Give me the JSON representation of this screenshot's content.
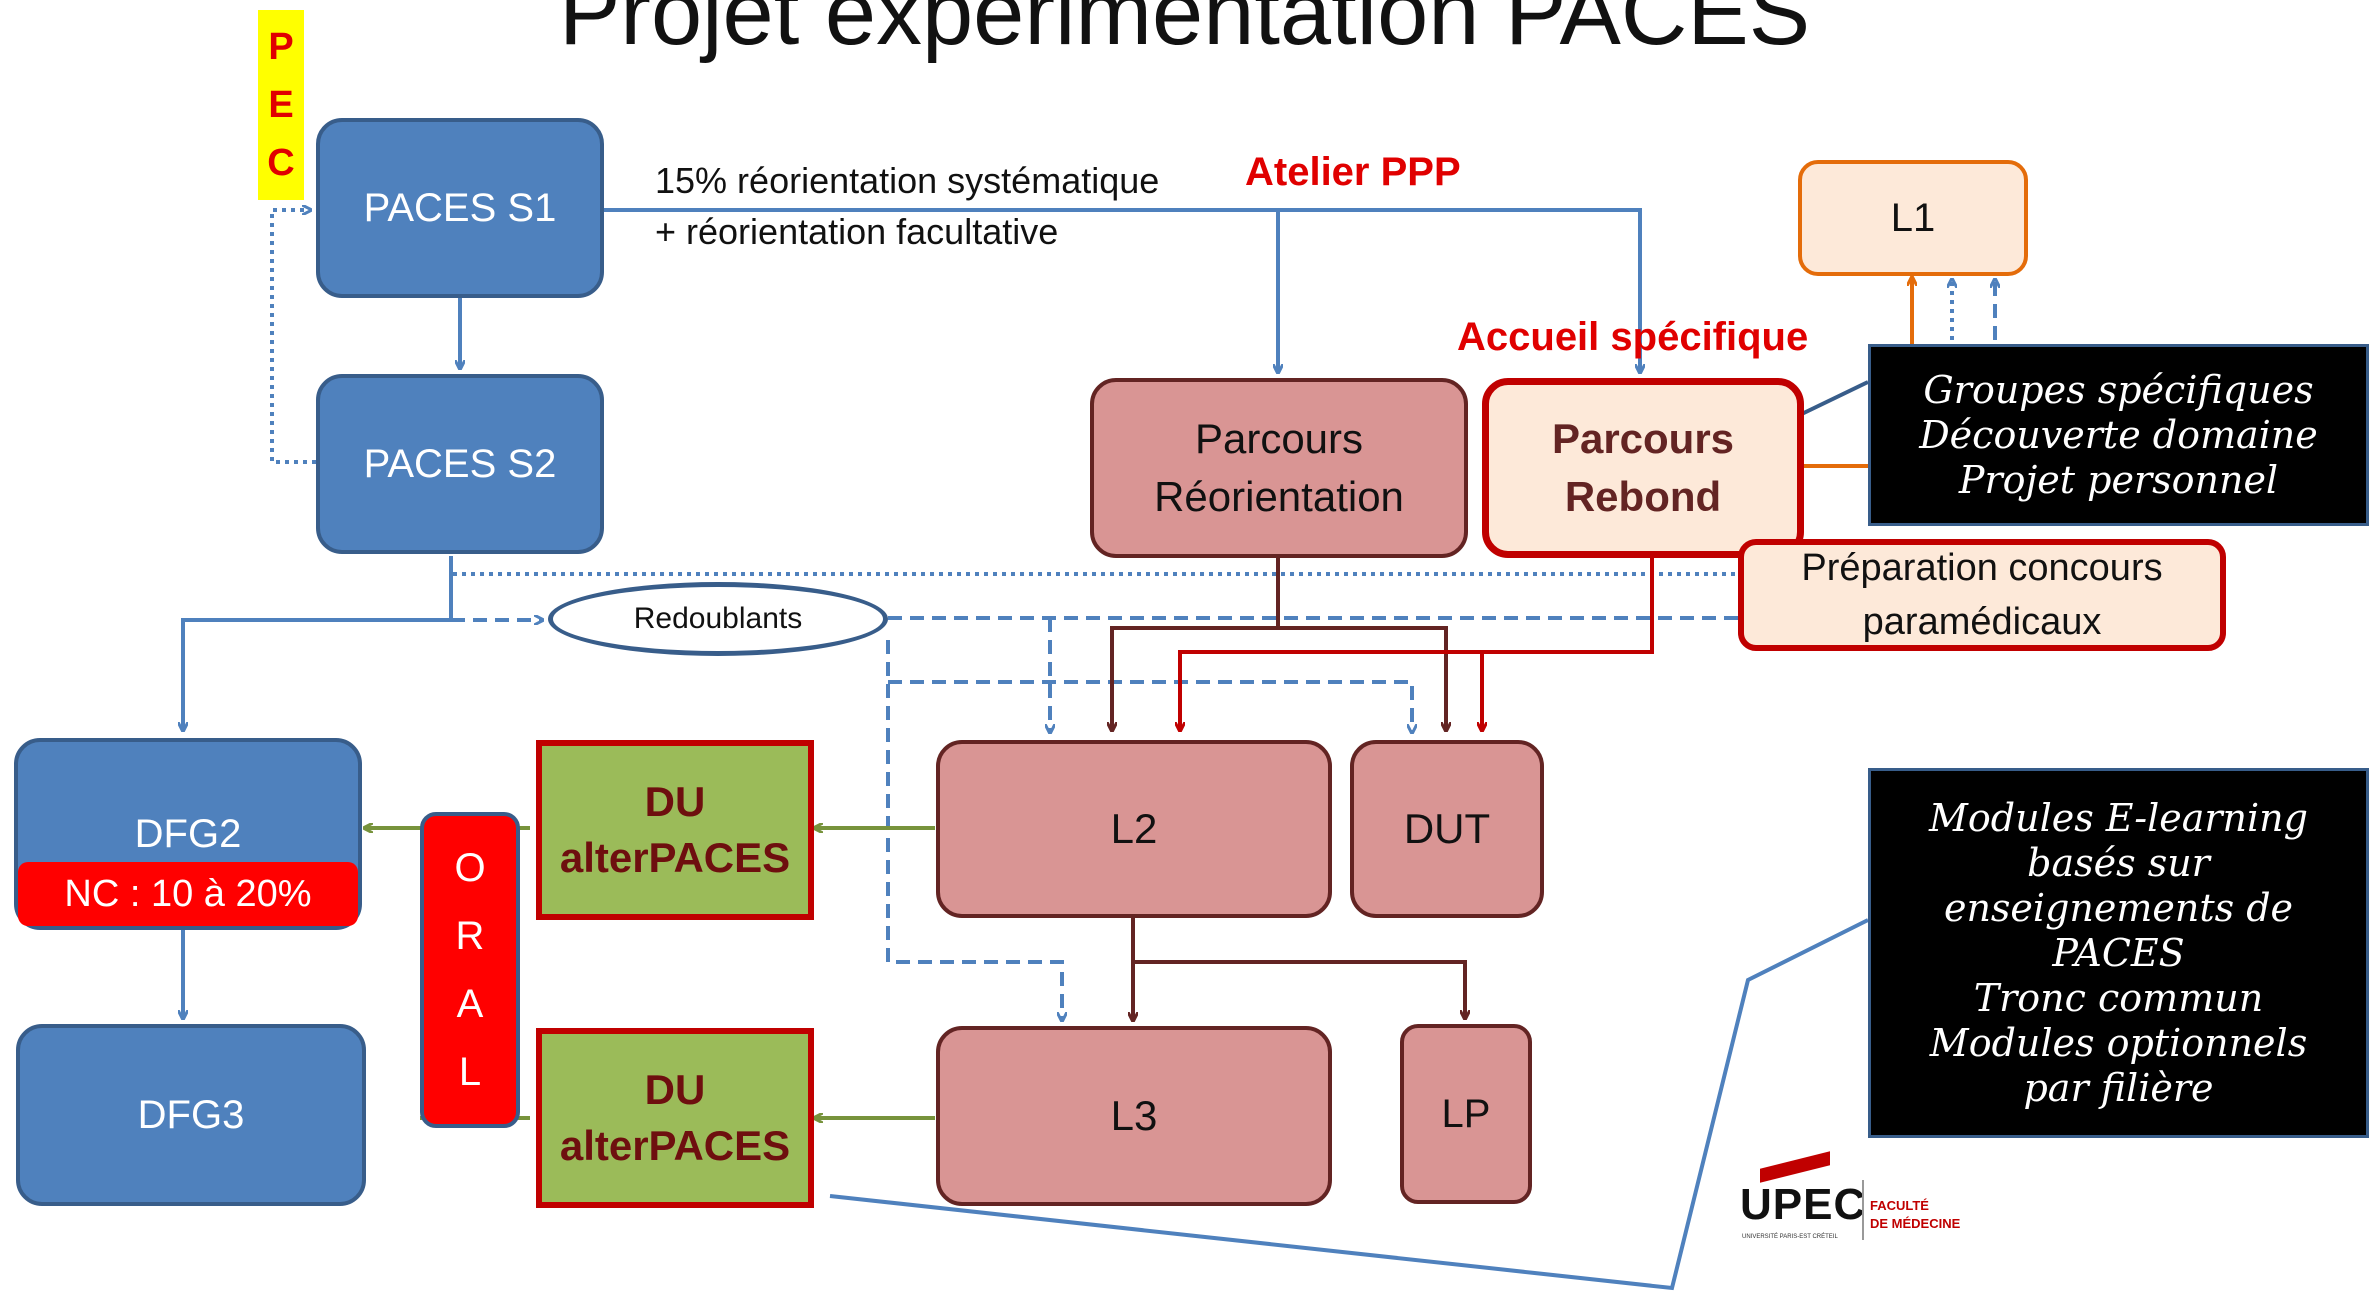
{
  "title": "Projet expérimentation PACES",
  "pec": {
    "letters": [
      "P",
      "E",
      "C"
    ]
  },
  "boxes": {
    "paces_s1": "PACES S1",
    "paces_s2": "PACES S2",
    "dfg2": "DFG2",
    "nc": "NC : 10 à 20%",
    "dfg3": "DFG3",
    "redoublants": "Redoublants",
    "du1": {
      "line1": "DU",
      "line2": "alterPACES"
    },
    "du2": {
      "line1": "DU",
      "line2": "alterPACES"
    },
    "oral": [
      "O",
      "R",
      "A",
      "L"
    ],
    "parcours_reorientation": {
      "line1": "Parcours",
      "line2": "Réorientation"
    },
    "parcours_rebond": {
      "line1": "Parcours",
      "line2": "Rebond"
    },
    "l1": "L1",
    "l2": "L2",
    "dut": "DUT",
    "l3": "L3",
    "lp": "LP",
    "preparation": {
      "line1": "Préparation concours",
      "line2": "paramédicaux"
    }
  },
  "labels": {
    "reorientation_line1": "15% réorientation systématique",
    "reorientation_line2": "+ réorientation facultative",
    "atelier": "Atelier PPP",
    "accueil": "Accueil spécifique"
  },
  "callouts": {
    "groupes": [
      "Groupes spécifiques",
      "Découverte domaine",
      "Projet personnel"
    ],
    "modules": [
      "Modules E-learning",
      "basés sur",
      "enseignements de",
      "PACES",
      "Tronc commun",
      "Modules optionnels",
      "par filière"
    ]
  },
  "logo": {
    "name": "UPEC",
    "line1": "FACULTÉ",
    "line2": "DE MÉDECINE",
    "tagline": "UNIVERSITÉ PARIS-EST CRÉTEIL"
  },
  "colors": {
    "blue": "#4f81bd",
    "pink": "#d99594",
    "green": "#9bbb59",
    "red": "#c00000",
    "orange": "#e46c0a",
    "peach": "#fde9d9",
    "pec_yellow": "#ffff00"
  }
}
